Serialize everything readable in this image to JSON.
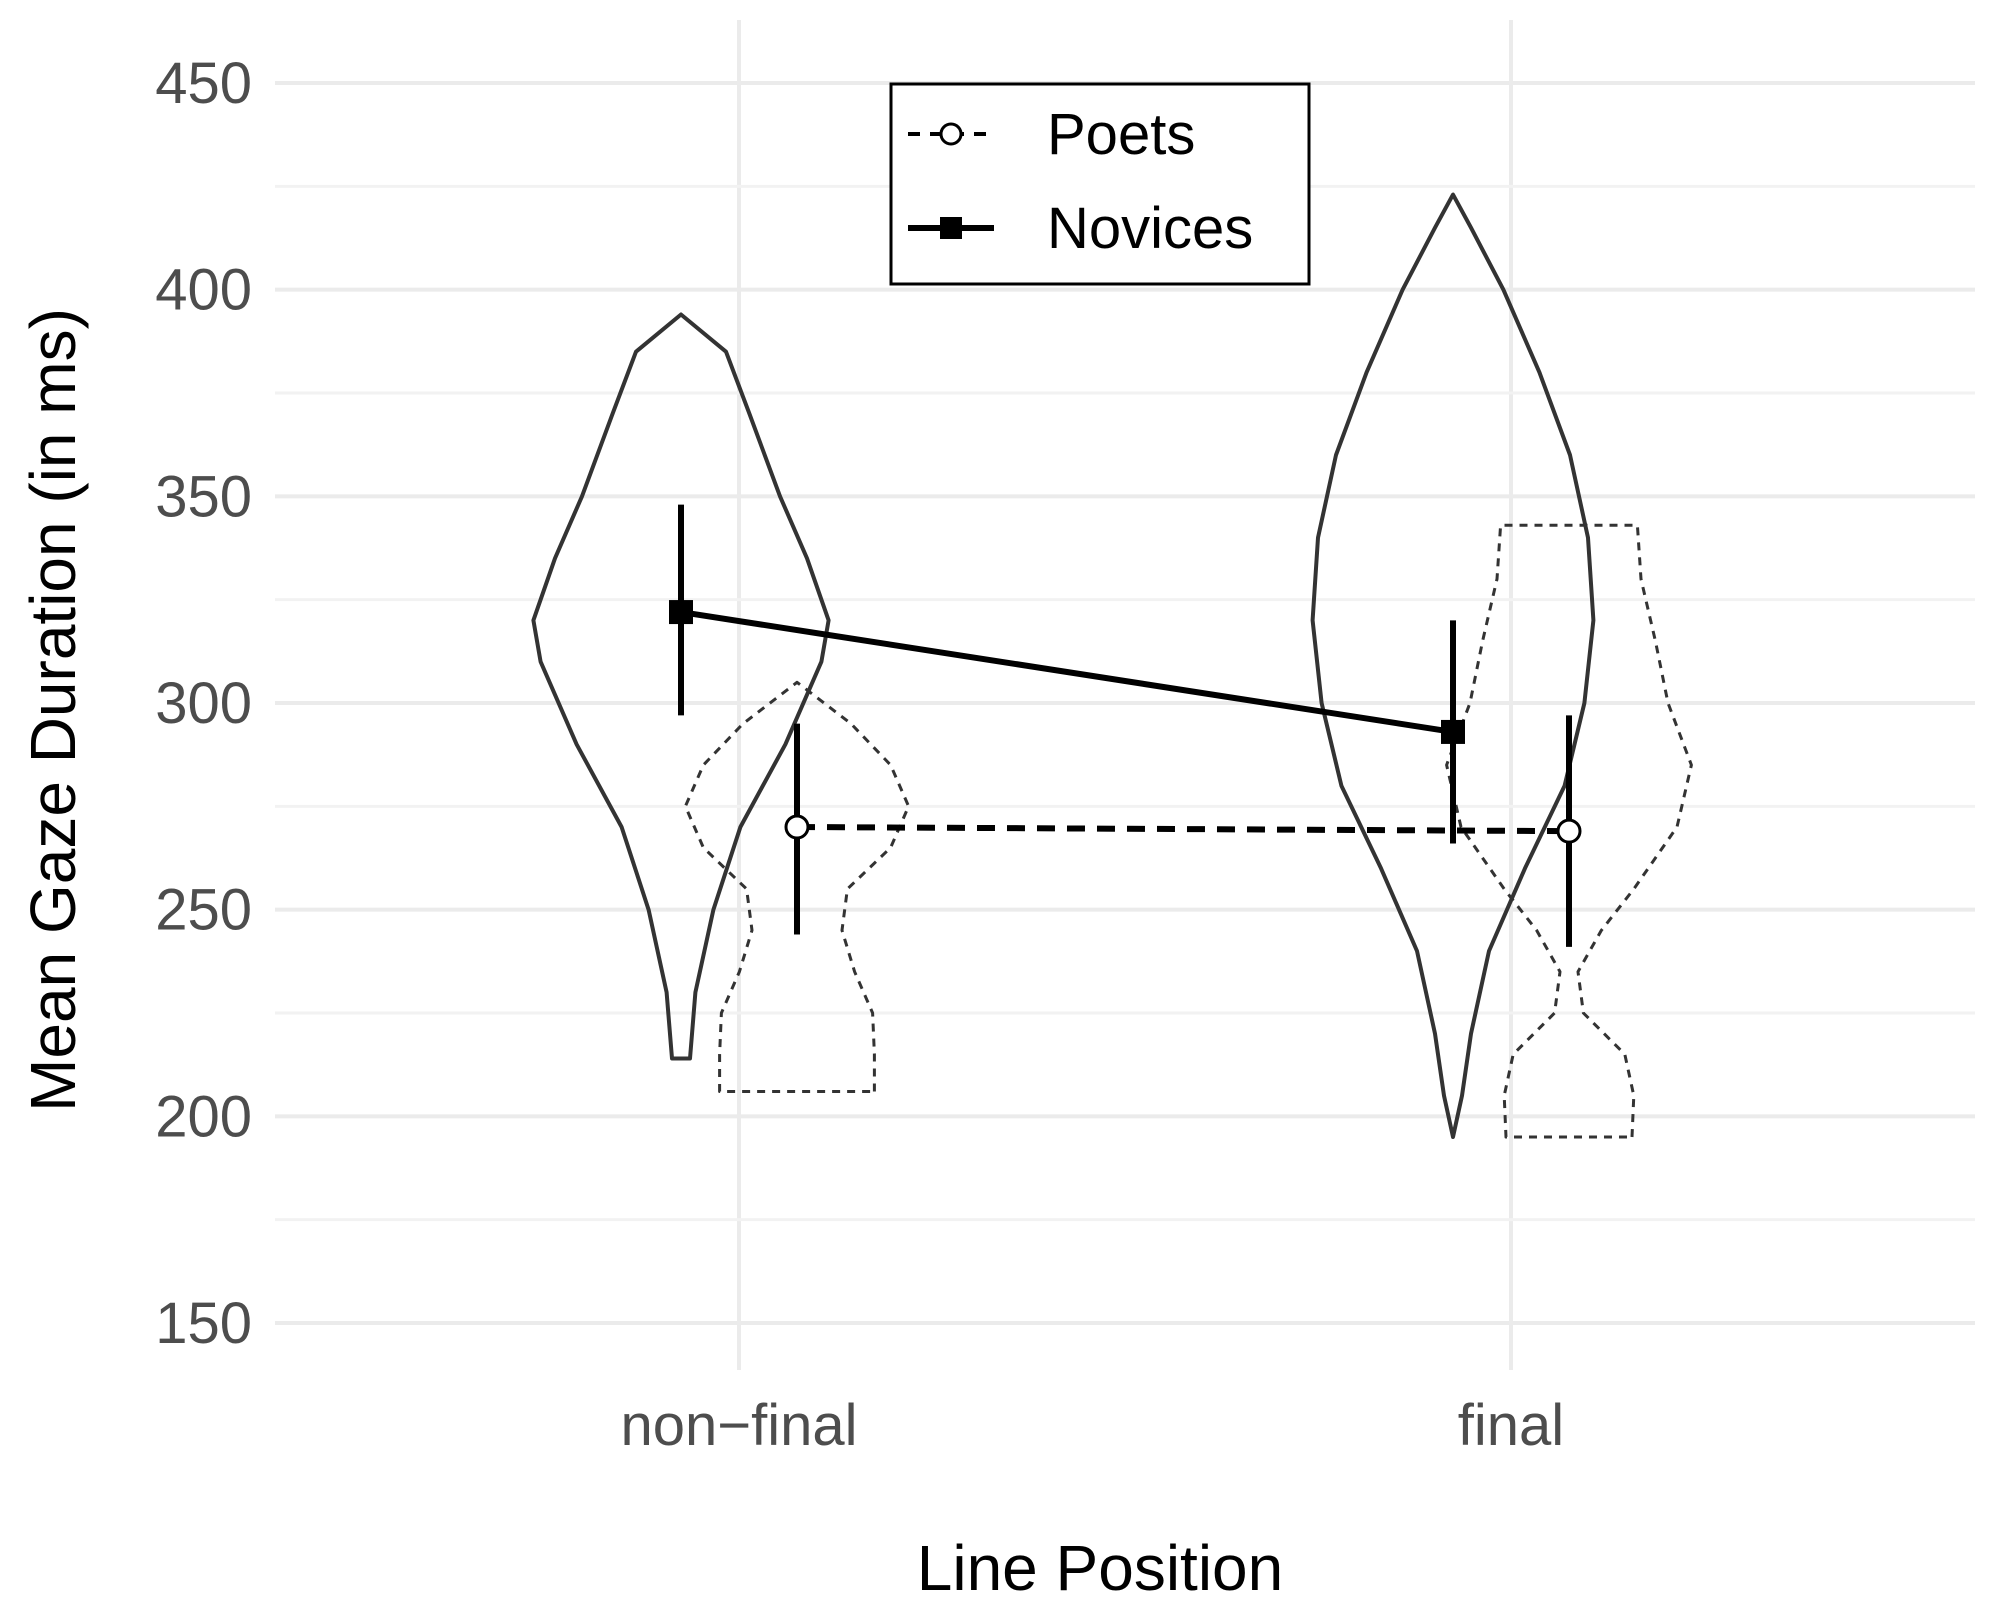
{
  "chart_data": {
    "type": "violin",
    "xlabel": "Line Position",
    "ylabel": "Mean Gaze Duration (in ms)",
    "categories": [
      "non−final",
      "final"
    ],
    "ylim": [
      140,
      460
    ],
    "yticks": [
      150,
      200,
      250,
      300,
      350,
      400,
      450
    ],
    "grid": true,
    "legend": {
      "placement": "top-center",
      "items": [
        {
          "label": "Poets",
          "line": "dashed",
          "marker": "open-circle"
        },
        {
          "label": "Novices",
          "line": "solid",
          "marker": "filled-square"
        }
      ]
    },
    "series": [
      {
        "name": "Poets",
        "line": "dashed",
        "marker": "open-circle",
        "values": [
          270,
          269
        ],
        "ci_low": [
          244,
          241
        ],
        "ci_high": [
          295,
          297
        ],
        "violins": [
          {
            "min": 206,
            "max": 305,
            "profile": [
              [
                206,
                0.43
              ],
              [
                215,
                0.43
              ],
              [
                225,
                0.42
              ],
              [
                235,
                0.32
              ],
              [
                245,
                0.25
              ],
              [
                255,
                0.28
              ],
              [
                265,
                0.52
              ],
              [
                275,
                0.62
              ],
              [
                285,
                0.52
              ],
              [
                295,
                0.3
              ],
              [
                305,
                0.0
              ]
            ]
          },
          {
            "min": 195,
            "max": 343,
            "profile": [
              [
                195,
                0.35
              ],
              [
                205,
                0.36
              ],
              [
                215,
                0.31
              ],
              [
                225,
                0.08
              ],
              [
                235,
                0.05
              ],
              [
                245,
                0.18
              ],
              [
                255,
                0.36
              ],
              [
                270,
                0.6
              ],
              [
                285,
                0.68
              ],
              [
                300,
                0.55
              ],
              [
                315,
                0.48
              ],
              [
                330,
                0.4
              ],
              [
                343,
                0.38
              ]
            ]
          }
        ]
      },
      {
        "name": "Novices",
        "line": "solid",
        "marker": "filled-square",
        "values": [
          322,
          293
        ],
        "ci_low": [
          297,
          266
        ],
        "ci_high": [
          348,
          320
        ],
        "violins": [
          {
            "min": 214,
            "max": 394,
            "profile": [
              [
                214,
                0.05
              ],
              [
                230,
                0.08
              ],
              [
                250,
                0.18
              ],
              [
                270,
                0.33
              ],
              [
                290,
                0.58
              ],
              [
                310,
                0.78
              ],
              [
                320,
                0.82
              ],
              [
                335,
                0.7
              ],
              [
                350,
                0.55
              ],
              [
                370,
                0.38
              ],
              [
                385,
                0.25
              ],
              [
                394,
                0.0
              ]
            ]
          },
          {
            "min": 195,
            "max": 423,
            "profile": [
              [
                195,
                0.0
              ],
              [
                205,
                0.05
              ],
              [
                220,
                0.1
              ],
              [
                240,
                0.2
              ],
              [
                260,
                0.4
              ],
              [
                280,
                0.62
              ],
              [
                300,
                0.73
              ],
              [
                320,
                0.78
              ],
              [
                340,
                0.75
              ],
              [
                360,
                0.65
              ],
              [
                380,
                0.48
              ],
              [
                400,
                0.28
              ],
              [
                415,
                0.1
              ],
              [
                423,
                0.0
              ]
            ]
          }
        ]
      }
    ]
  }
}
